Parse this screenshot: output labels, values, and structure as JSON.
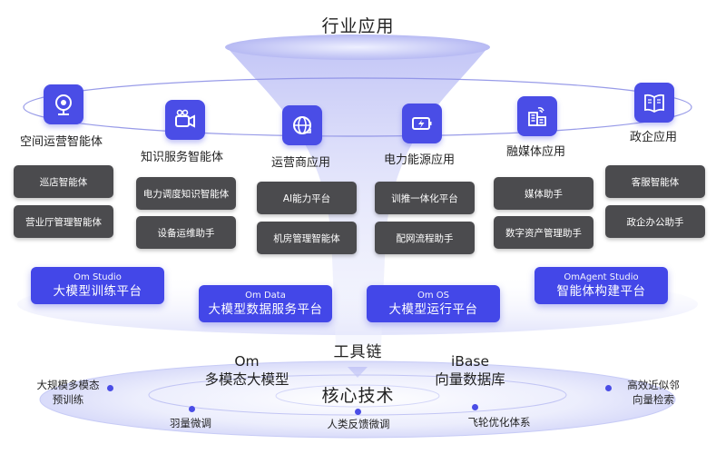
{
  "title": "行业应用",
  "categories": [
    {
      "label": "空间运营智能体",
      "icon": "webcam-icon",
      "items": [
        "巡店智能体",
        "营业厅管理智能体"
      ]
    },
    {
      "label": "知识服务智能体",
      "icon": "video-camera-icon",
      "items": [
        "电力调度知识智能体",
        "设备运维助手"
      ]
    },
    {
      "label": "运营商应用",
      "icon": "globe-refresh-icon",
      "items": [
        "AI能力平台",
        "机房管理智能体"
      ]
    },
    {
      "label": "电力能源应用",
      "icon": "battery-charge-icon",
      "items": [
        "训推一体化平台",
        "配网流程助手"
      ]
    },
    {
      "label": "融媒体应用",
      "icon": "media-building-icon",
      "items": [
        "媒体助手",
        "数字资产管理助手"
      ]
    },
    {
      "label": "政企应用",
      "icon": "book-icon",
      "items": [
        "客服智能体",
        "政企办公助手"
      ]
    }
  ],
  "platforms": [
    {
      "sub": "Om Studio",
      "main": "大模型训练平台"
    },
    {
      "sub": "Om Data",
      "main": "大模型数据服务平台"
    },
    {
      "sub": "Om OS",
      "main": "大模型运行平台"
    },
    {
      "sub": "OmAgent Studio",
      "main": "智能体构建平台"
    }
  ],
  "toolchain": "工具链",
  "core": "核心技术",
  "core_items": {
    "om_name": "Om",
    "om_desc": "多模态大模型",
    "ibase_name": "iBase",
    "ibase_desc": "向量数据库",
    "pretrain_l1": "大规模多模态",
    "pretrain_l2": "预训练",
    "feather": "羽量微调",
    "rlhf": "人类反馈微调",
    "flywheel": "飞轮优化体系",
    "ann_l1": "高效近似邻",
    "ann_l2": "向量检索"
  },
  "colors": {
    "accent": "#4a4de6",
    "dark_box": "#4b4b4e",
    "funnel": "#c9ccf7"
  }
}
